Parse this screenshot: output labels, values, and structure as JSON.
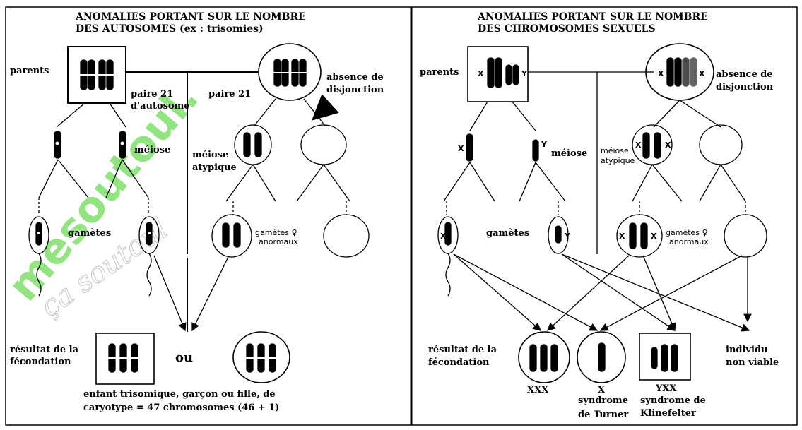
{
  "left_panel": {
    "title_line1": "ANOMALIES PORTANT SUR LE NOMBRE",
    "title_line2": "DES AUTOSOMES  (ex : trisomies)",
    "parents": "parents",
    "pair21_a": "paire 21",
    "pair21_b": "d'autosome",
    "pair21_right": "paire 21",
    "nondisj_1": "absence de",
    "nondisj_2": "disjonction",
    "meiose": "méiose",
    "meiose_atyp_1": "méiose",
    "meiose_atyp_2": "atypique",
    "gametes": "gamètes",
    "gametes_abn_1": "gamètes ♀",
    "gametes_abn_2": "anormaux",
    "result_1": "résultat de la",
    "result_2": "fécondation",
    "or": "ou",
    "child_1": "enfant trisomique, garçon ou fille, de",
    "child_2": "caryotype = 47 chromosomes (46 + 1)"
  },
  "right_panel": {
    "title_line1": "ANOMALIES PORTANT SUR LE NOMBRE",
    "title_line2": "DES CHROMOSOMES SEXUELS",
    "parents": "parents",
    "nondisj_1": "absence de",
    "nondisj_2": "disjonction",
    "meiose": "méiose",
    "meiose_atyp_1": "méiose",
    "meiose_atyp_2": "atypique",
    "gametes": "gamètes",
    "gametes_abn_1": "gamètes ♀",
    "gametes_abn_2": "anormaux",
    "result_1": "résultat de la",
    "result_2": "fécondation",
    "xxx": "XXX",
    "turner_x": "X",
    "turner_1": "syndrome",
    "turner_2": "de Turner",
    "kline_xxy": "YXX",
    "kline_1": "syndrome de",
    "kline_2": "Klinefelter",
    "nonviable_1": "individu",
    "nonviable_2": "non viable",
    "x": "X",
    "y": "Y"
  },
  "watermark": {
    "line1": "mesoutoul.",
    "line2": "ça soutoul"
  },
  "colors": {
    "line": "#000000",
    "watermark": "#7ee06a",
    "background": "#ffffff"
  }
}
